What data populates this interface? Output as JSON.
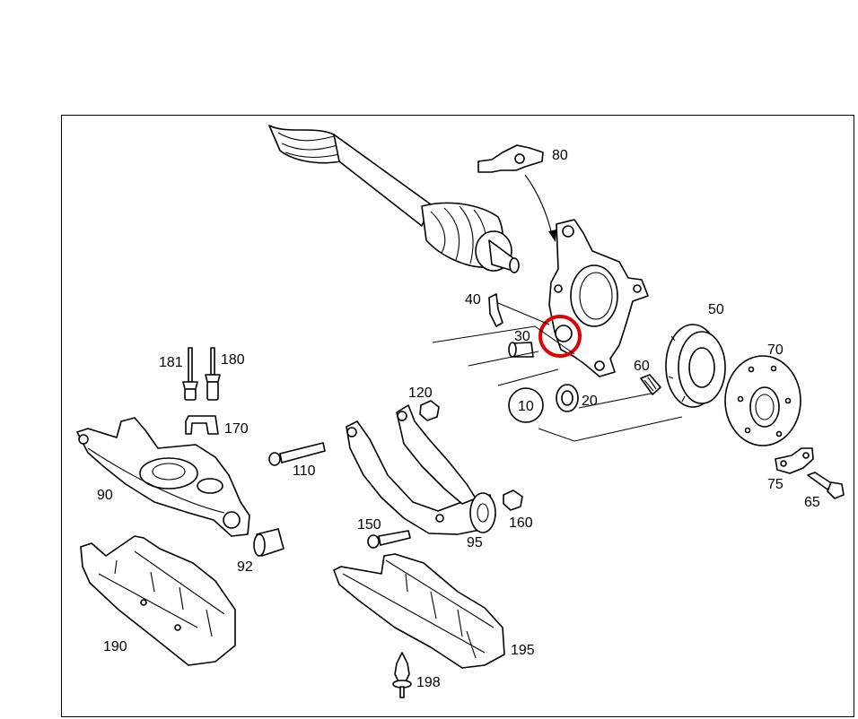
{
  "highlight_color": "#e00000",
  "labels": {
    "p10": "10",
    "p20": "20",
    "p30": "30",
    "p40": "40",
    "p50": "50",
    "p60": "60",
    "p65": "65",
    "p70": "70",
    "p75": "75",
    "p80": "80",
    "p90": "90",
    "p92": "92",
    "p95": "95",
    "p110": "110",
    "p120": "120",
    "p150": "150",
    "p160": "160",
    "p170": "170",
    "p180": "180",
    "p181": "181",
    "p190": "190",
    "p195": "195",
    "p198": "198"
  }
}
